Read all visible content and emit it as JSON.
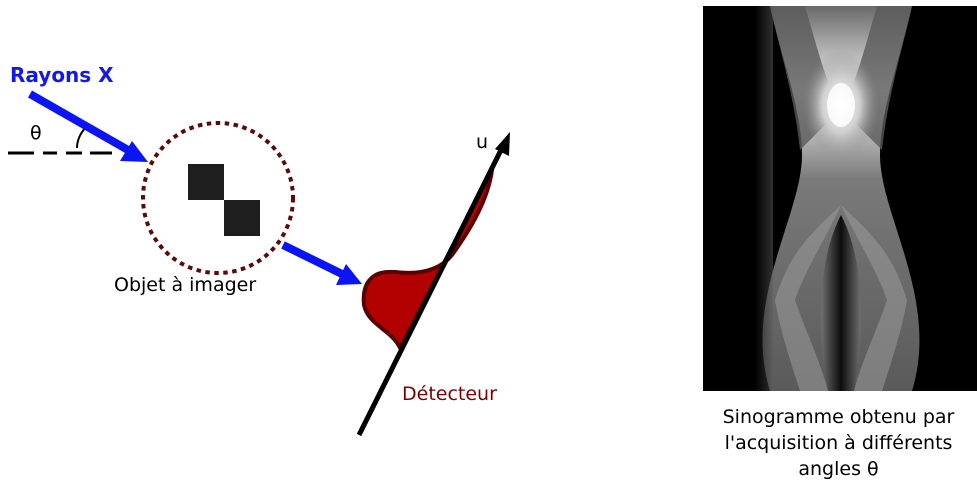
{
  "labels": {
    "xray": "Rayons X",
    "theta": "θ",
    "object": "Objet à imager",
    "axis_u": "u",
    "detector": "Détecteur",
    "caption_lines": [
      "Sinogramme obtenu par",
      "l'acquisition à différents",
      "angles θ"
    ]
  },
  "colors": {
    "beam": "#0a14f5",
    "object_circle": "#5a0a0a",
    "object_squares": "#1e1e1e",
    "detector_fill": "#b30000",
    "detector_edge": "#5a0000",
    "detector_label": "#7a0000",
    "xray_label": "#1418e6"
  },
  "icons": {
    "beam_arrows": "arrow-icon",
    "detector_axis": "axis-arrow-icon"
  }
}
